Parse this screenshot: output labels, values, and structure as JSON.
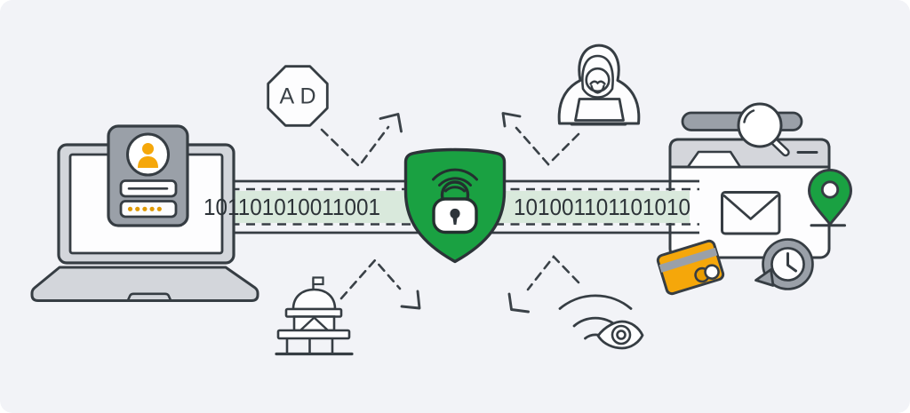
{
  "illustration": {
    "description": "VPN encryption illustration: a laptop's login data travels as an encrypted binary stream through a shield with a padlock, deflecting ads, hackers, government surveillance and wifi snooping before reaching the user's browser activity",
    "colors": {
      "background": "#f2f3f7",
      "outline": "#363d43",
      "shield_green": "#1aa142",
      "stream_green": "#d9e9dc",
      "accent_orange": "#f5a70a",
      "gray_light": "#d3d6db",
      "gray_mid": "#9aa0a8"
    }
  },
  "data_stream": {
    "left_binary": "101101010011001",
    "right_binary": "101001101101010"
  },
  "threats": {
    "ad_blocker_label": "AD",
    "icons": [
      "ad-blocker-octagon",
      "hacker-hoodie",
      "government-building",
      "wifi-eye-snooper"
    ]
  },
  "left_device": {
    "icons": [
      "laptop",
      "login-card",
      "user-avatar",
      "username-field",
      "password-dots"
    ],
    "password_dots_count": 5
  },
  "shield": {
    "icons": [
      "vpn-shield",
      "padlock",
      "wifi-signal"
    ]
  },
  "right_device": {
    "icons": [
      "browser-window",
      "search-bar",
      "magnifier",
      "envelope",
      "location-pin",
      "credit-card",
      "history-clock"
    ]
  }
}
